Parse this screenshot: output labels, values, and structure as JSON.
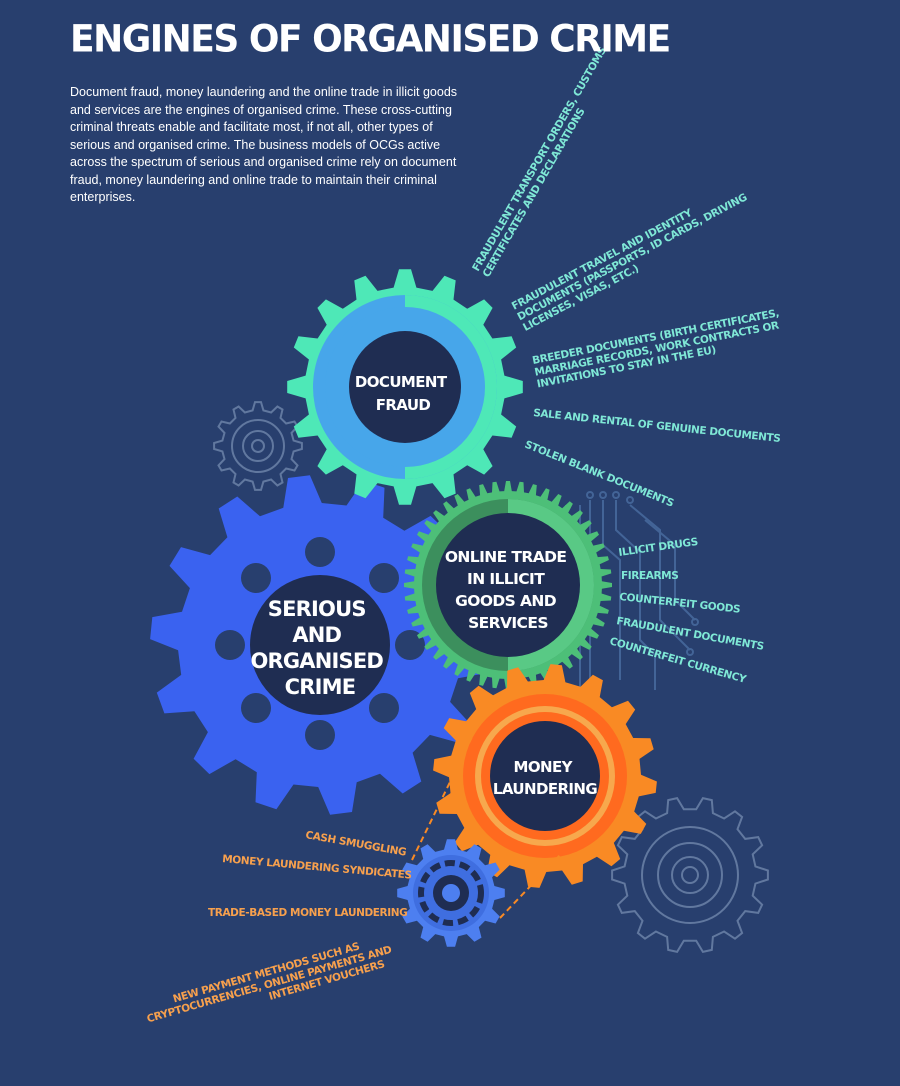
{
  "title": "ENGINES OF ORGANISED CRIME",
  "intro": "Document fraud, money laundering and the online trade in illicit goods and services are the engines of organised crime. These cross-cutting criminal threats enable and facilitate most, if not all, other types of serious and organised crime. The business models of OCGs active across the spectrum of serious and organised crime rely on document fraud, money laundering and online trade to maintain their criminal enterprises.",
  "gears": {
    "document_fraud": [
      "DOCUMENT",
      "FRAUD"
    ],
    "serious_crime": [
      "SERIOUS",
      "AND",
      "ORGANISED",
      "CRIME"
    ],
    "online_trade": [
      "ONLINE TRADE",
      "IN ILLICIT",
      "GOODS AND",
      "SERVICES"
    ],
    "money_laundering": [
      "MONEY",
      "LAUNDERING"
    ]
  },
  "document_fraud_items": {
    "transport": [
      "FRAUDULENT TRANSPORT ORDERS, CUSTOMS",
      "CERTIFICATES AND DECLARATIONS"
    ],
    "travel": [
      "FRAUDULENT TRAVEL AND IDENTITY",
      "DOCUMENTS (PASSPORTS, ID CARDS, DRIVING",
      "LICENSES, VISAS, ETC.)"
    ],
    "breeder": [
      "BREEDER DOCUMENTS (BIRTH CERTIFICATES,",
      "MARRIAGE RECORDS, WORK CONTRACTS OR",
      "INVITATIONS TO STAY IN THE EU)"
    ],
    "sale": "SALE AND RENTAL OF GENUINE DOCUMENTS",
    "stolen": "STOLEN BLANK DOCUMENTS"
  },
  "online_trade_items": [
    "ILLICIT DRUGS",
    "FIREARMS",
    "COUNTERFEIT GOODS",
    "FRAUDULENT DOCUMENTS",
    "COUNTERFEIT CURRENCY"
  ],
  "money_laundering_items": {
    "cash": "CASH SMUGGLING",
    "syndicates": "MONEY LAUNDERING SYNDICATES",
    "trade": "TRADE-BASED MONEY LAUNDERING",
    "payments": [
      "NEW PAYMENT METHODS SUCH AS",
      "CRYPTOCURRENCIES, ONLINE PAYMENTS AND",
      "INTERNET VOUCHERS"
    ]
  },
  "colors": {
    "background": "#283f6e",
    "document_fraud_gear": "#4ee8b7",
    "serious_crime_gear": "#3a62f0",
    "online_trade_gear": "#4dbf78",
    "money_laundering_gear": "#f98a24",
    "small_gear": "#4d7ff0",
    "gear_core": "#1f2d52",
    "cyan_text": "#7fe8d6",
    "orange_text": "#f7a04d"
  },
  "icons": [
    "outline-gear-icon",
    "circuit-lines-icon",
    "small-blue-gear-icon"
  ]
}
